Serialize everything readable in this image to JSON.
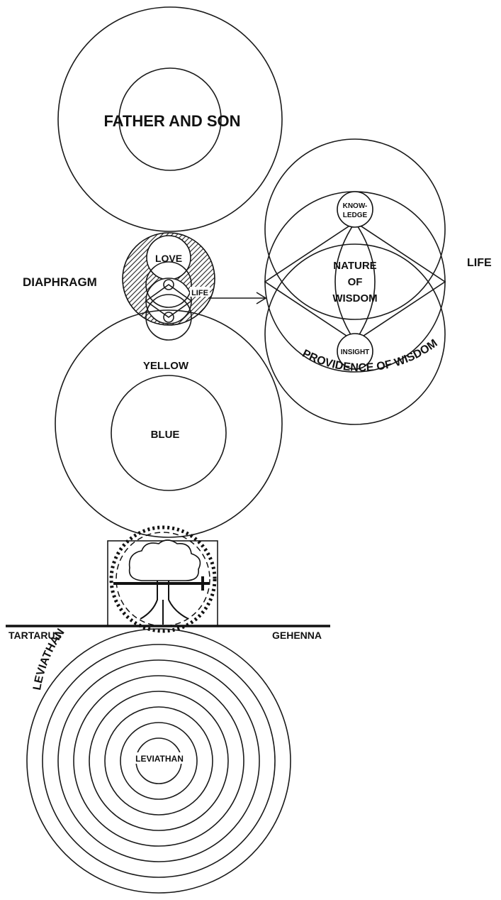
{
  "labels": {
    "father_and_son": "FATHER AND SON",
    "love": "LOVE",
    "life_small": "LIFE",
    "diaphragm": "DIAPHRAGM",
    "knowledge_line1": "KNOW-",
    "knowledge_line2": "LEDGE",
    "nature_line1": "NATURE",
    "nature_line2": "OF",
    "nature_line3": "WISDOM",
    "insight": "INSIGHT",
    "life_right": "LIFE",
    "providence": "PROVIDENCE OF WISDOM",
    "yellow": "YELLOW",
    "blue": "BLUE",
    "tartarus": "TARTARUS",
    "gehenna": "GEHENNA",
    "leviathan_outer": "LEVIATHAN",
    "leviathan_inner": "LEVIATHAN"
  },
  "colors": {
    "ink": "#111111",
    "paper": "#ffffff"
  }
}
